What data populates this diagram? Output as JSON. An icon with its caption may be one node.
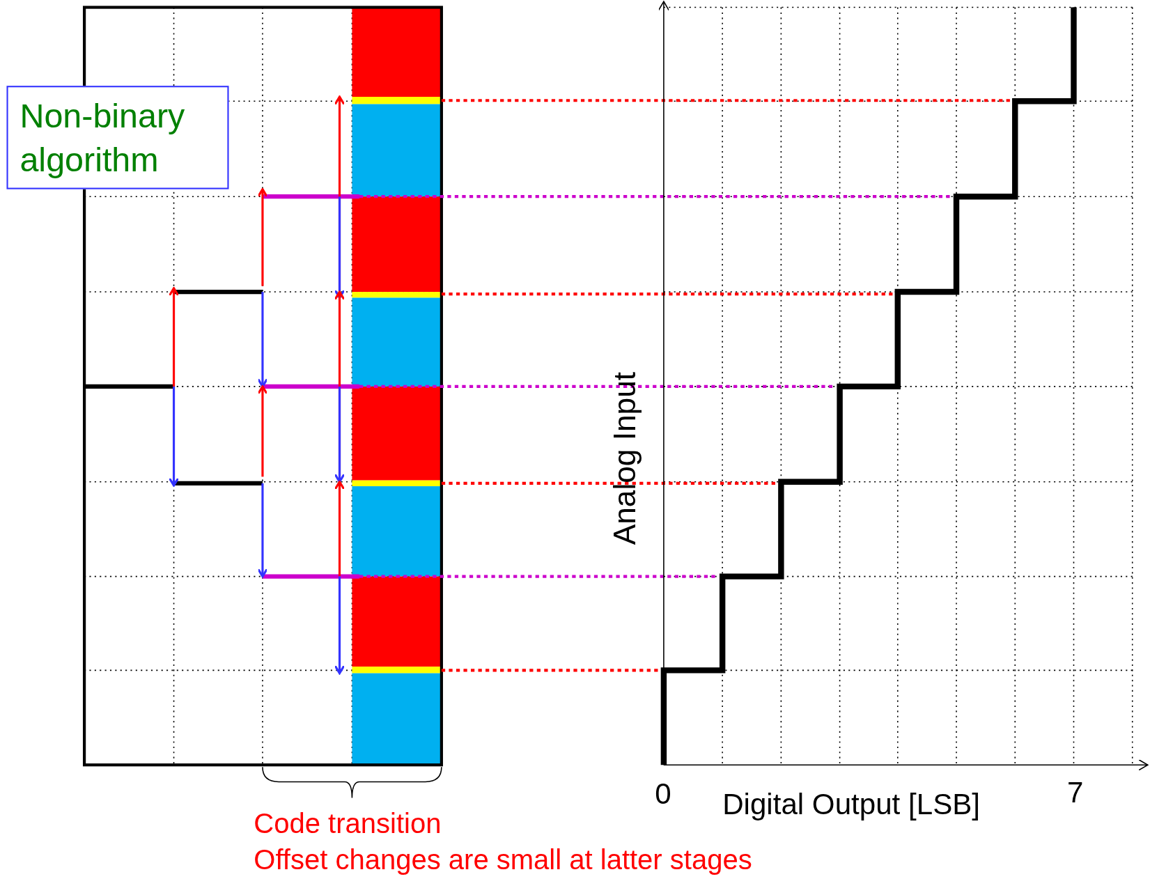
{
  "diagram": {
    "nodes": [
      {
        "text": [
          "Non-binary algorithm"
        ]
      }
    ],
    "labels": [
      "Analog Input",
      "0",
      "Digital Output [LSB]",
      "7",
      "Code transition",
      "Offset changes are small at latter stages"
    ]
  }
}
